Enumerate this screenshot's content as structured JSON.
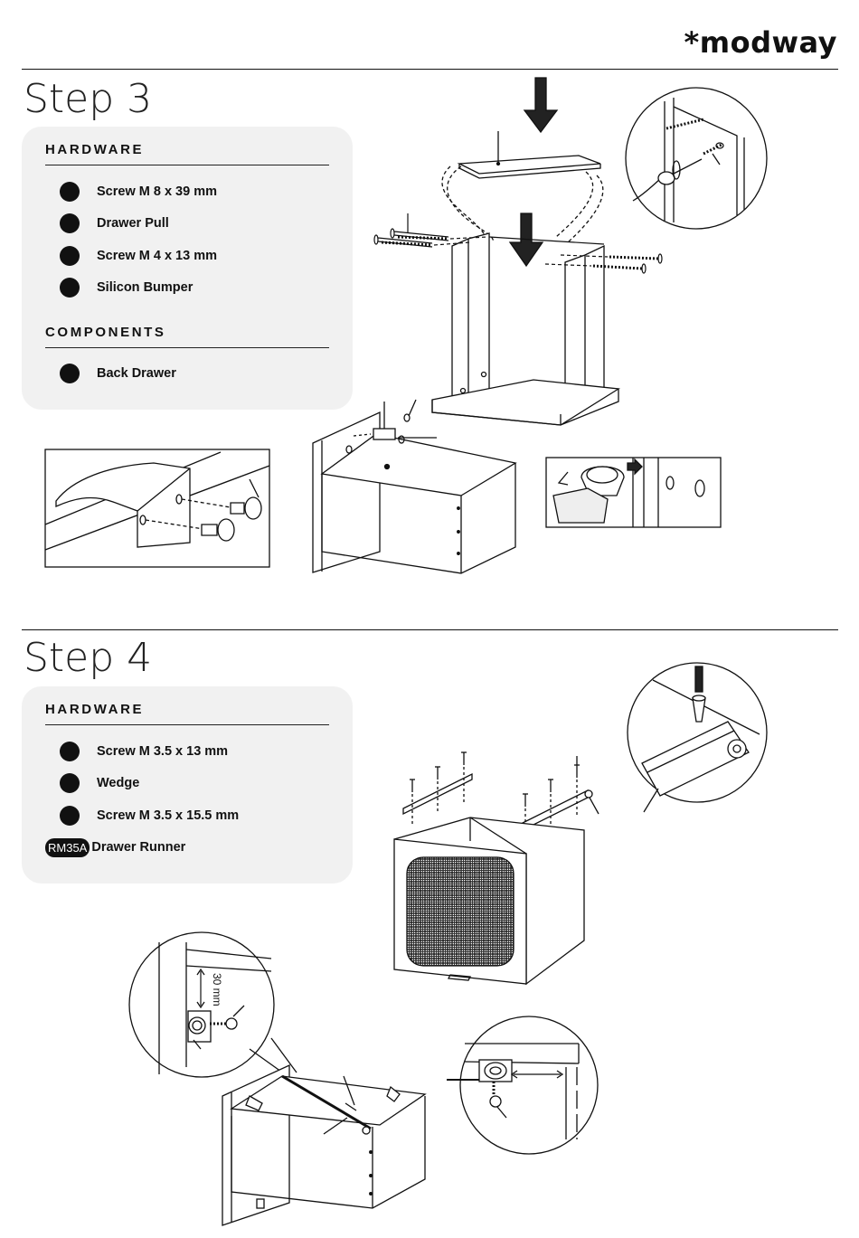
{
  "brand": "*modway",
  "steps": [
    {
      "title": "Step 3",
      "hardware_heading": "HARDWARE",
      "hardware": [
        "Screw M 8 x 39 mm",
        "Drawer Pull",
        "Screw M 4 x 13 mm",
        "Silicon Bumper"
      ],
      "components_heading": "COMPONENTS",
      "components": [
        "Back Drawer"
      ]
    },
    {
      "title": "Step 4",
      "hardware_heading": "HARDWARE",
      "hardware": [
        "Screw M 3.5 x 13 mm",
        "Wedge",
        "Screw M 3.5 x 15.5 mm"
      ],
      "hardware_tagged": {
        "tag": "RM35A",
        "label": "Drawer Runner"
      },
      "measurement": "30 mm"
    }
  ]
}
